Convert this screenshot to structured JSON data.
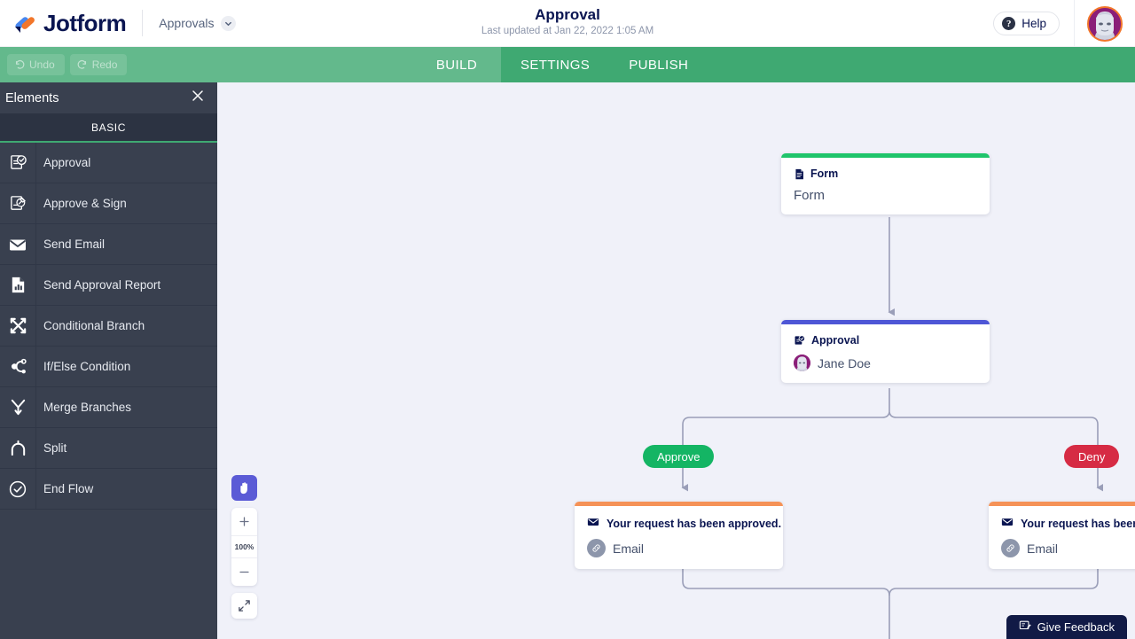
{
  "header": {
    "brand": "Jotform",
    "brand_icon": "jotform-logo-icon",
    "menu_label": "Approvals",
    "menu_icon": "chevron-down-icon",
    "title": "Approval",
    "subtitle": "Last updated at Jan 22, 2022 1:05 AM",
    "help_label": "Help",
    "help_icon": "question-mark-icon",
    "avatar_icon": "user-avatar"
  },
  "toolbar": {
    "undo_label": "Undo",
    "undo_icon": "undo-arrow-icon",
    "redo_label": "Redo",
    "redo_icon": "redo-arrow-icon",
    "tabs": [
      {
        "label": "BUILD",
        "active": true
      },
      {
        "label": "SETTINGS",
        "active": false
      },
      {
        "label": "PUBLISH",
        "active": false
      }
    ]
  },
  "sidebar": {
    "title": "Elements",
    "close_icon": "close-icon",
    "tab_label": "BASIC",
    "items": [
      {
        "label": "Approval",
        "icon": "approval-check-document-icon"
      },
      {
        "label": "Approve & Sign",
        "icon": "approve-sign-document-icon"
      },
      {
        "label": "Send Email",
        "icon": "envelope-icon"
      },
      {
        "label": "Send Approval Report",
        "icon": "report-chart-icon"
      },
      {
        "label": "Conditional Branch",
        "icon": "conditional-branch-icon"
      },
      {
        "label": "If/Else Condition",
        "icon": "if-else-condition-icon"
      },
      {
        "label": "Merge Branches",
        "icon": "merge-branches-icon"
      },
      {
        "label": "Split",
        "icon": "split-icon"
      },
      {
        "label": "End Flow",
        "icon": "end-flow-check-circle-icon"
      }
    ]
  },
  "canvas": {
    "nodes": {
      "form": {
        "type_label": "Form",
        "type_icon": "document-icon",
        "body_label": "Form",
        "bar_color": "#1fc46b"
      },
      "approval": {
        "type_label": "Approval",
        "type_icon": "approval-check-document-icon",
        "assignee": "Jane Doe",
        "assignee_icon": "user-avatar",
        "bar_color": "#4e56d6"
      },
      "email_approved": {
        "title": "Your request has been approved.",
        "title_icon": "envelope-icon",
        "sub_label": "Email",
        "sub_icon": "link-icon",
        "bar_color": "#f59257"
      },
      "email_denied": {
        "title": "Your request has been denied.",
        "title_icon": "envelope-icon",
        "sub_label": "Email",
        "sub_icon": "link-icon",
        "bar_color": "#f59257"
      }
    },
    "branches": [
      {
        "label": "Approve",
        "color": "#14b564"
      },
      {
        "label": "Deny",
        "color": "#d62b44"
      }
    ],
    "connector_color": "#9a9eb8"
  },
  "zoom_controls": {
    "hand_icon": "hand-pan-icon",
    "zoom_in_icon": "plus-icon",
    "zoom_out_icon": "minus-icon",
    "level": "100%",
    "fit_icon": "fit-to-screen-icon"
  },
  "feedback": {
    "label": "Give Feedback",
    "icon": "feedback-note-icon"
  }
}
